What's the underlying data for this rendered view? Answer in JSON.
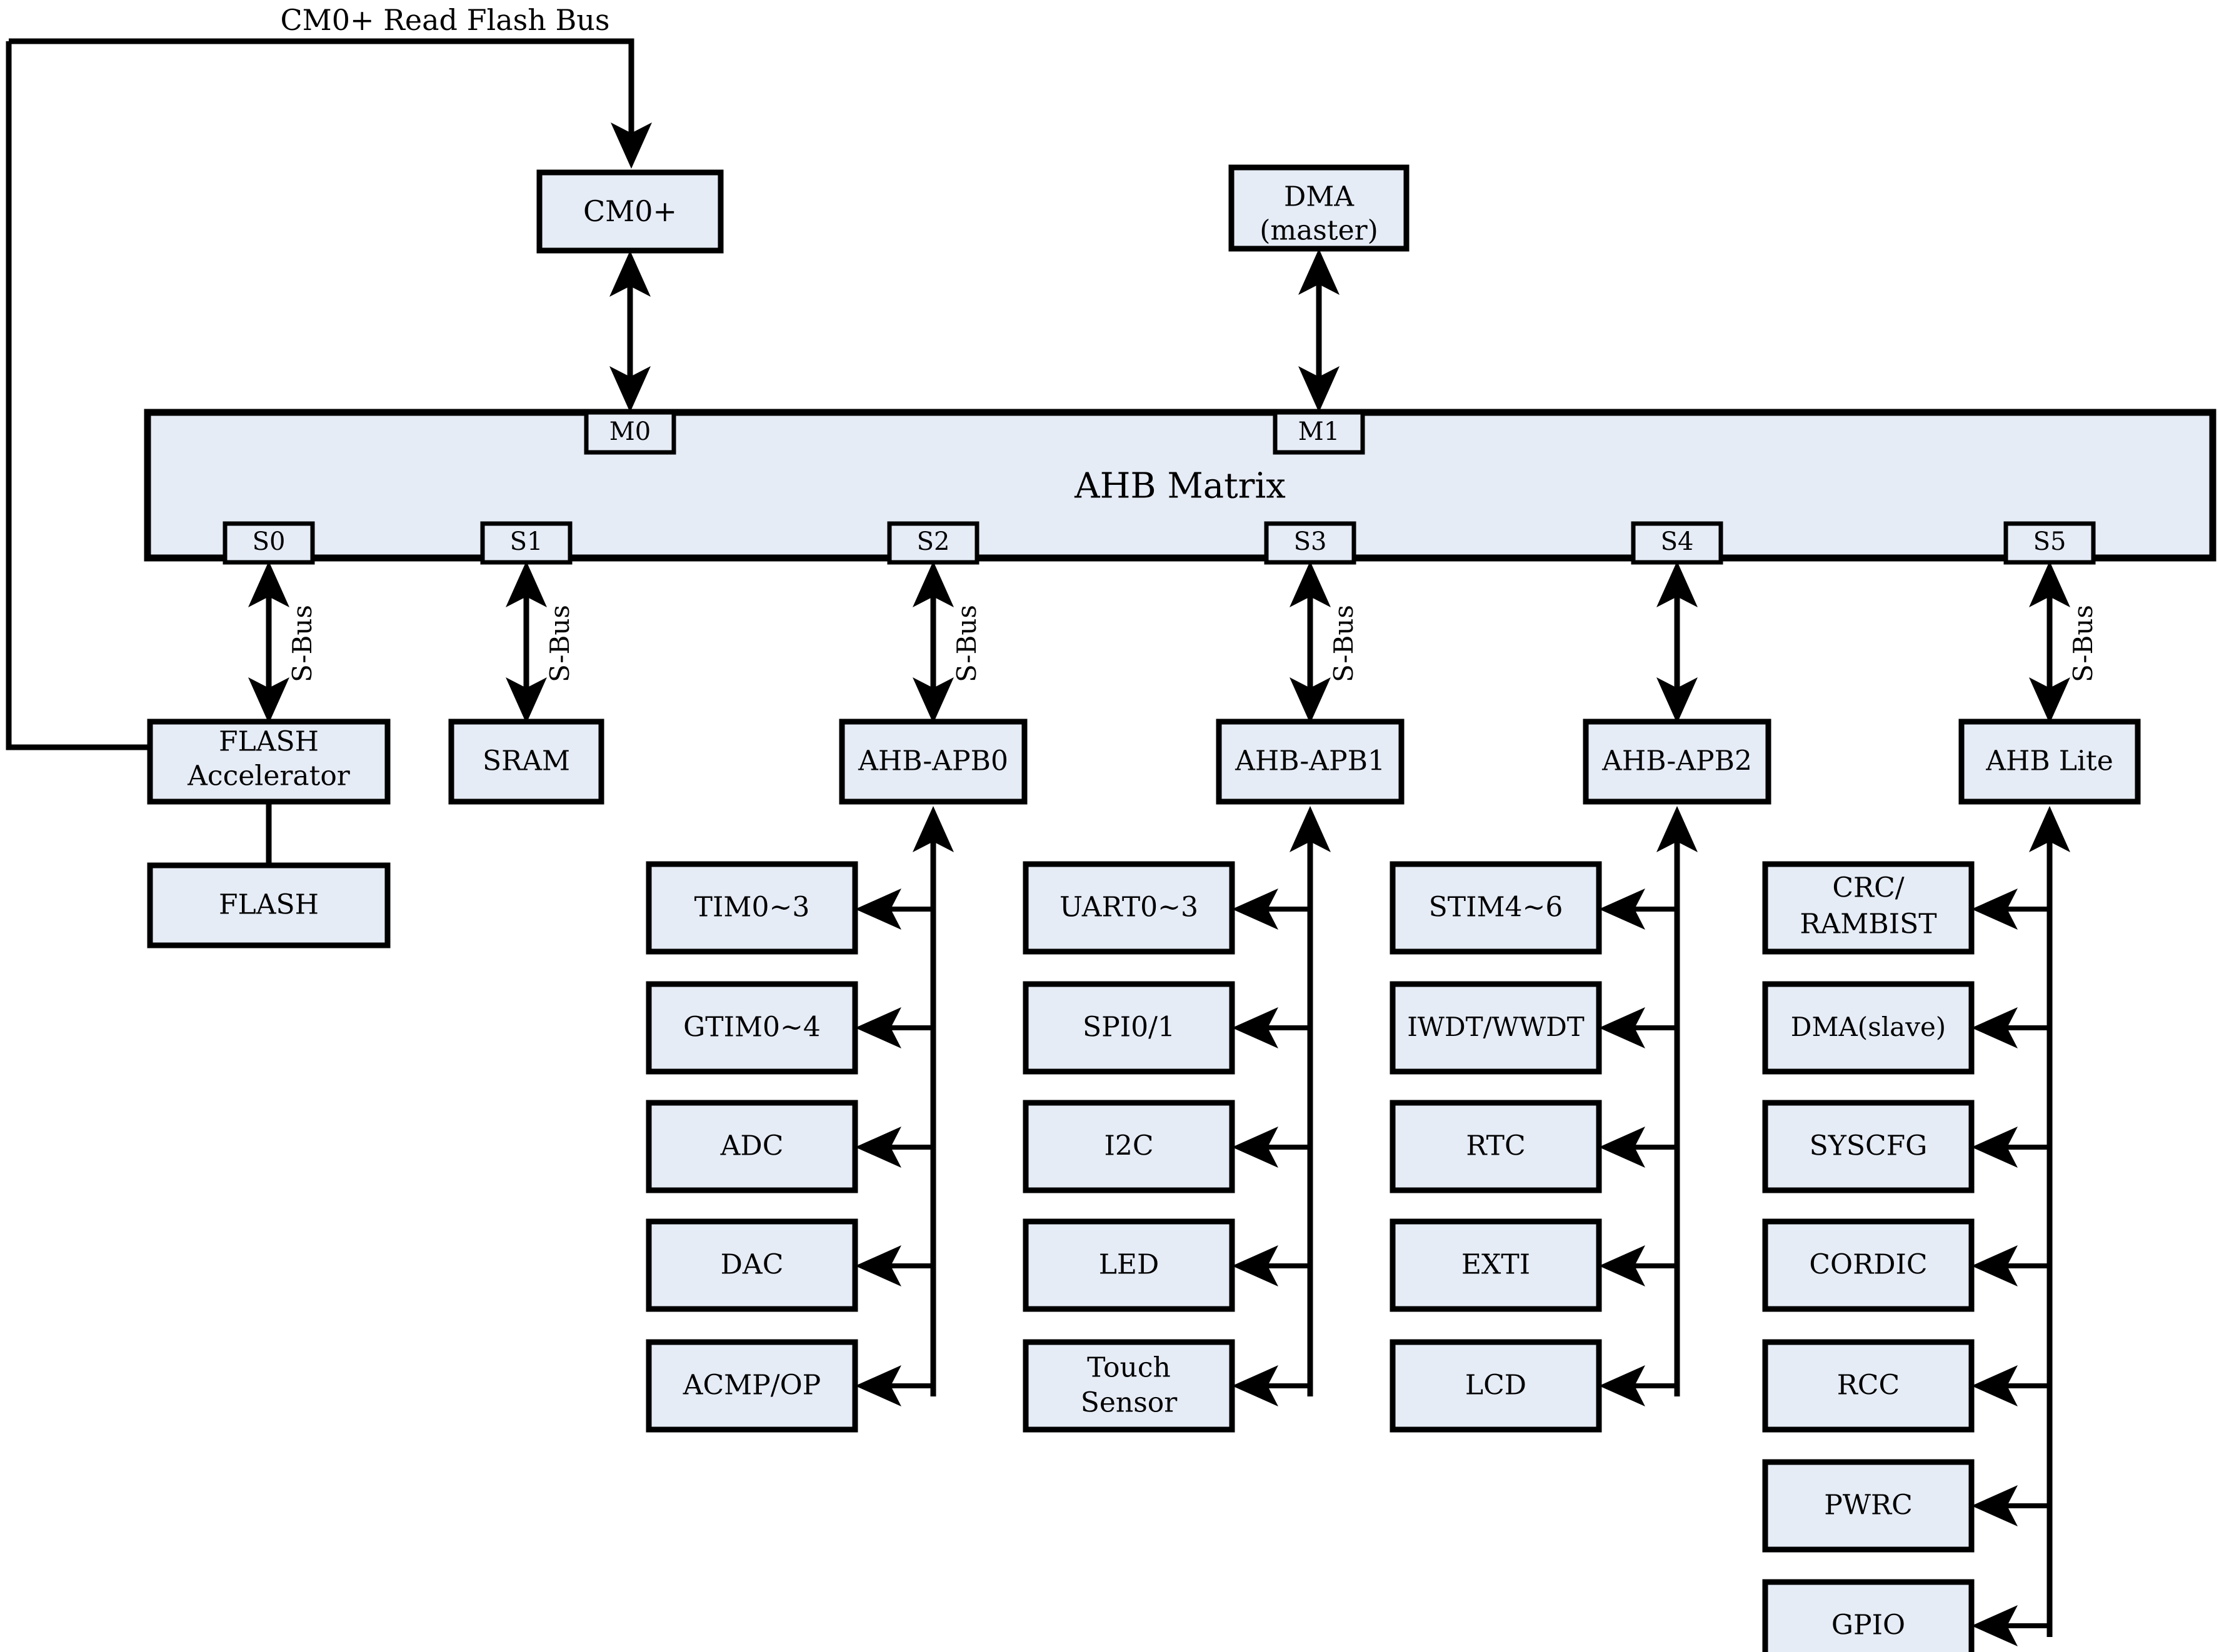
{
  "diagram": {
    "title_text": "CM0+ Read Flash Bus",
    "matrix_label": "AHB Matrix",
    "bus_label": "S-Bus",
    "masters": [
      {
        "id": "cm0",
        "label": "CM0+",
        "port": "M0"
      },
      {
        "id": "dma",
        "label_line1": "DMA",
        "label_line2": "(master)",
        "port": "M1"
      }
    ],
    "slave_ports": [
      "S0",
      "S1",
      "S2",
      "S3",
      "S4",
      "S5"
    ],
    "slaves": [
      {
        "id": "flash_acc",
        "label_line1": "FLASH",
        "label_line2": "Accelerator",
        "port": "S0"
      },
      {
        "id": "sram",
        "label": "SRAM",
        "port": "S1"
      },
      {
        "id": "apb0",
        "label": "AHB-APB0",
        "port": "S2"
      },
      {
        "id": "apb1",
        "label": "AHB-APB1",
        "port": "S3"
      },
      {
        "id": "apb2",
        "label": "AHB-APB2",
        "port": "S4"
      },
      {
        "id": "ahblite",
        "label": "AHB Lite",
        "port": "S5"
      }
    ],
    "flash_memory": {
      "label": "FLASH"
    },
    "peripheral_columns": [
      {
        "bridge": "AHB-APB0",
        "items": [
          "TIM0~3",
          "GTIM0~4",
          "ADC",
          "DAC",
          "ACMP/OP"
        ]
      },
      {
        "bridge": "AHB-APB1",
        "items": [
          "UART0~3",
          "SPI0/1",
          "I2C",
          "LED",
          "Touch\nSensor"
        ]
      },
      {
        "bridge": "AHB-APB2",
        "items": [
          "STIM4~6",
          "IWDT/WWDT",
          "RTC",
          "EXTI",
          "LCD"
        ]
      },
      {
        "bridge": "AHB Lite",
        "items": [
          "CRC/\nRAMBIST",
          "DMA(slave)",
          "SYSCFG",
          "CORDIC",
          "RCC",
          "PWRC",
          "GPIO"
        ]
      }
    ],
    "colors": {
      "box_fill": "#e6ecf6",
      "stroke": "#000000",
      "background": "#ffffff"
    }
  }
}
